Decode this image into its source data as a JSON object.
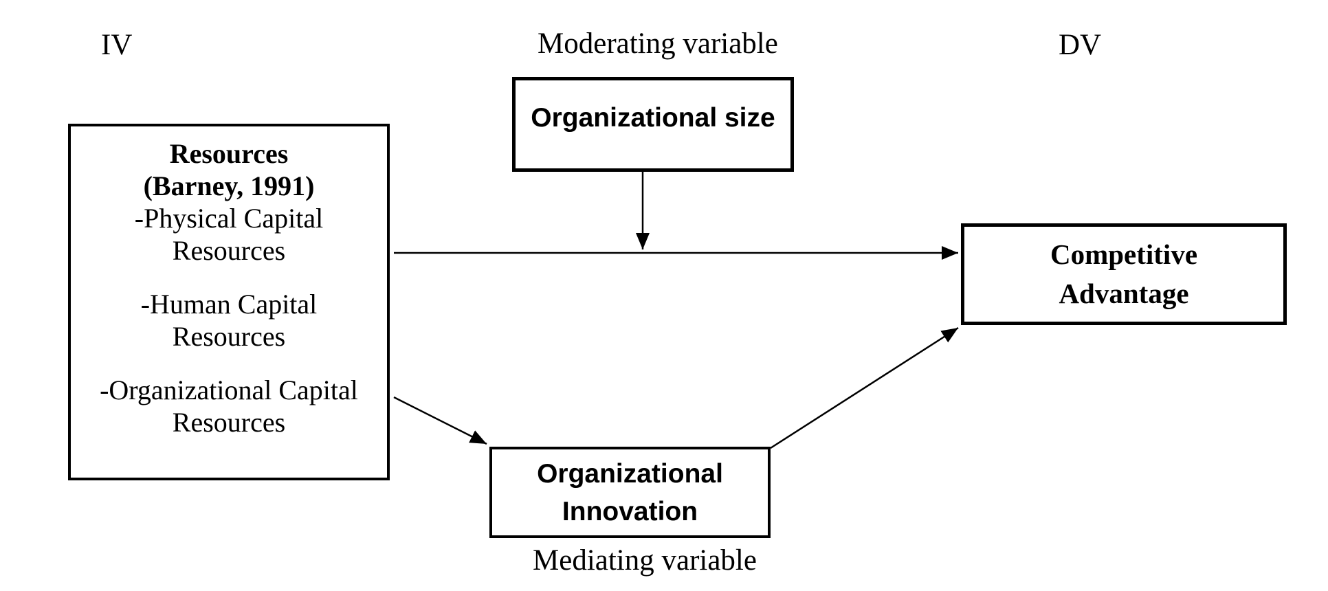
{
  "labels": {
    "iv": "IV",
    "moderating": "Moderating variable",
    "dv": "DV",
    "mediating": "Mediating variable"
  },
  "boxes": {
    "resources": {
      "title": "Resources",
      "subtitle": "(Barney, 1991)",
      "items": [
        {
          "line1": "-Physical Capital",
          "line2": "Resources"
        },
        {
          "line1": "-Human Capital",
          "line2": "Resources"
        },
        {
          "line1": "-Organizational Capital",
          "line2": "Resources"
        }
      ]
    },
    "organizational_size": {
      "label": "Organizational size"
    },
    "competitive_advantage": {
      "line1": "Competitive",
      "line2": "Advantage"
    },
    "organizational_innovation": {
      "line1": "Organizational",
      "line2": "Innovation"
    }
  },
  "colors": {
    "line": "#000000",
    "background": "#ffffff"
  }
}
